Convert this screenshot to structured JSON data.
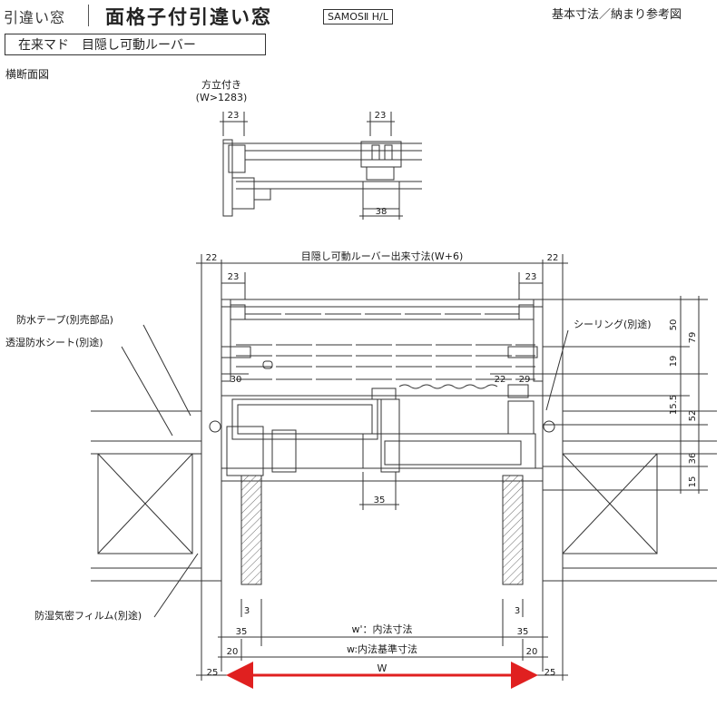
{
  "header": {
    "category": "引違い窓",
    "title": "面格子付引違い窓",
    "series_badge": "SAMOSⅡ H/L",
    "reference": "基本寸法／納まり参考図"
  },
  "subtitle": "在来マド　目隠し可動ルーバー",
  "section_label": "横断面図",
  "top_detail": {
    "label": "方立付き",
    "condition": "(W>1283)",
    "dim_left": "23",
    "dim_mid": "23",
    "dim_bottom": "38"
  },
  "main": {
    "dim_overall": "目隠し可動ルーバー出来寸法(W+6)",
    "dim_side_left": "22",
    "dim_side_right": "22",
    "dim_inner_left": "23",
    "dim_inner_right": "23",
    "dim_30": "30",
    "dim_22": "22",
    "dim_29": "29",
    "dim_35_center": "35",
    "v_50": "50",
    "v_79": "79",
    "v_19": "19",
    "v_15_5": "15.5",
    "v_52": "52",
    "v_36": "36",
    "v_15": "15",
    "dim_3_left": "3",
    "dim_3_right": "3",
    "dim_35_left": "35",
    "dim_35_right": "35",
    "inner_w_prime": "w'：内法寸法",
    "dim_20_left": "20",
    "dim_20_right": "20",
    "inner_w": "w:内法基準寸法",
    "dim_25_left": "25",
    "dim_25_right": "25",
    "W": "W"
  },
  "callouts": {
    "waterproof_tape": "防水テープ(別売部品)",
    "breathable_sheet": "透湿防水シート(別途)",
    "sealing": "シーリング(別途)",
    "vapor_film": "防湿気密フィルム(別途)"
  },
  "colors": {
    "line": "#333333",
    "hatch": "#555555",
    "arrow": "#e02020"
  }
}
